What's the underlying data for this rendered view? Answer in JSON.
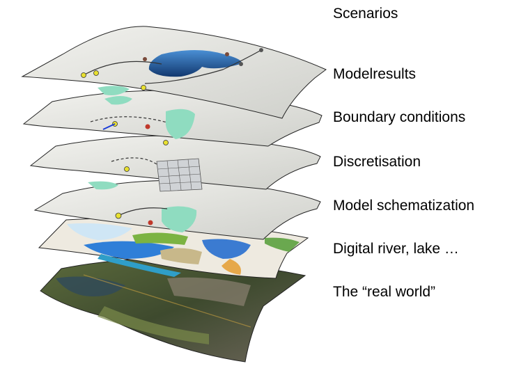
{
  "layers": [
    {
      "id": "scenarios",
      "label": "Scenarios"
    },
    {
      "id": "modelresults",
      "label": "Modelresults"
    },
    {
      "id": "boundary",
      "label": "Boundary conditions"
    },
    {
      "id": "discretisation",
      "label": "Discretisation"
    },
    {
      "id": "schematization",
      "label": "Model schematization"
    },
    {
      "id": "digital",
      "label": "Digital river, lake …"
    },
    {
      "id": "realworld",
      "label": "The “real world”"
    }
  ],
  "colors": {
    "sheet": "#e4e4e0",
    "sheet_edge": "#222222",
    "water_light": "#8fdcc0",
    "water_deep": "#1a4f8c",
    "node": "#e8e030",
    "path": "#333333",
    "map_water": "#3b7bd1",
    "map_green": "#6aa84f",
    "photo": "#4a5a3a"
  }
}
